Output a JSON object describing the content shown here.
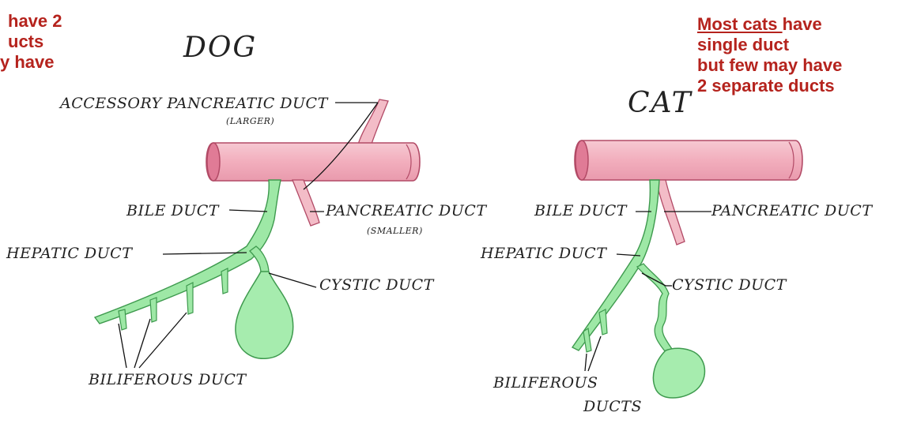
{
  "left_note": {
    "line1": "have 2",
    "line2": "ucts",
    "line3": "y have"
  },
  "right_note": {
    "line1_underlined": "Most cats ",
    "line1_rest": "have",
    "line2": "single duct",
    "line3": "but few may have",
    "line4": "2 separate ducts"
  },
  "dog": {
    "title": "DOG",
    "accessory_duct": "ACCESSORY PANCREATIC DUCT",
    "accessory_note": "(LARGER)",
    "bile_duct": "BILE DUCT",
    "pancreatic_duct": "PANCREATIC DUCT",
    "pancreatic_note": "(SMALLER)",
    "hepatic_duct": "HEPATIC DUCT",
    "cystic_duct": "CYSTIC DUCT",
    "biliferous": "BILIFEROUS DUCT"
  },
  "cat": {
    "title": "CAT",
    "bile_duct": "BILE DUCT",
    "pancreatic_duct": "PANCREATIC DUCT",
    "hepatic_duct": "HEPATIC DUCT",
    "cystic_duct": "CYSTIC DUCT",
    "biliferous_1": "BILIFEROUS",
    "biliferous_2": "DUCTS"
  },
  "colors": {
    "intestine": "#f3b8c4",
    "intestine_edge": "#b24a66",
    "bile": "#9ee8a6",
    "bile_edge": "#3e9a4e",
    "note_red": "#b5231d"
  }
}
